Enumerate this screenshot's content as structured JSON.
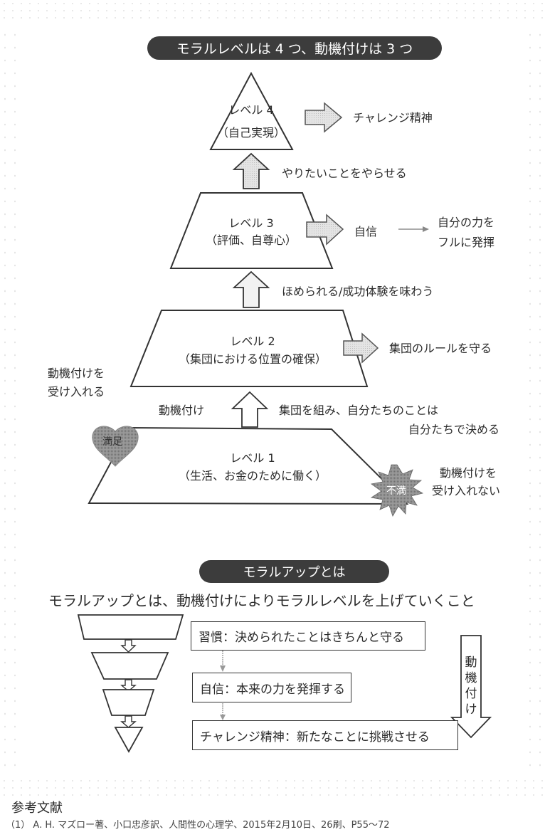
{
  "header": {
    "title": "モラルレベルは 4 つ、動機付けは 3 つ"
  },
  "pyramid": {
    "levels": [
      {
        "name": "レベル 4",
        "desc": "（自己実現）",
        "outcome": "チャレンジ精神"
      },
      {
        "name": "レベル 3",
        "desc": "（評価、自尊心）",
        "outcome": "自信",
        "result_line1": "自分の力を",
        "result_line2": "フルに発揮"
      },
      {
        "name": "レベル 2",
        "desc": "（集団における位置の確保）",
        "outcome": "集団のルールを守る"
      },
      {
        "name": "レベル 1",
        "desc": "（生活、お金のために働く）"
      }
    ],
    "transitions": [
      {
        "text": "やりたいことをやらせる"
      },
      {
        "text": "ほめられる/成功体験を味わう"
      },
      {
        "left_text": "動機付け",
        "line1": "集団を組み、自分たちのことは",
        "line2": "自分たちで決める"
      }
    ],
    "accept": {
      "line1": "動機付けを",
      "line2": "受け入れる",
      "badge": "満足"
    },
    "reject": {
      "line1": "動機付けを",
      "line2": "受け入れない",
      "badge": "不満"
    }
  },
  "section2": {
    "title": "モラルアップとは",
    "subtitle": "モラルアップとは、動機付けによりモラルレベルを上げていくこと",
    "steps": [
      "習慣：決められたことはきちんと守る",
      "自信：本来の力を発揮する",
      "チャレンジ精神：新たなことに挑戦させる"
    ],
    "arrow_label": [
      "動",
      "機",
      "付",
      "け"
    ]
  },
  "references": {
    "heading": "参考文献",
    "items": [
      "（1） A. H. マズロー著、小口忠彦訳、人間性の心理学、2015年2月10日、26刷、P55～72"
    ]
  },
  "colors": {
    "pill": "#3c3c3c",
    "badge": "#8a8a8a",
    "arrow_fill": "#d9d9d9",
    "line": "#333333"
  }
}
